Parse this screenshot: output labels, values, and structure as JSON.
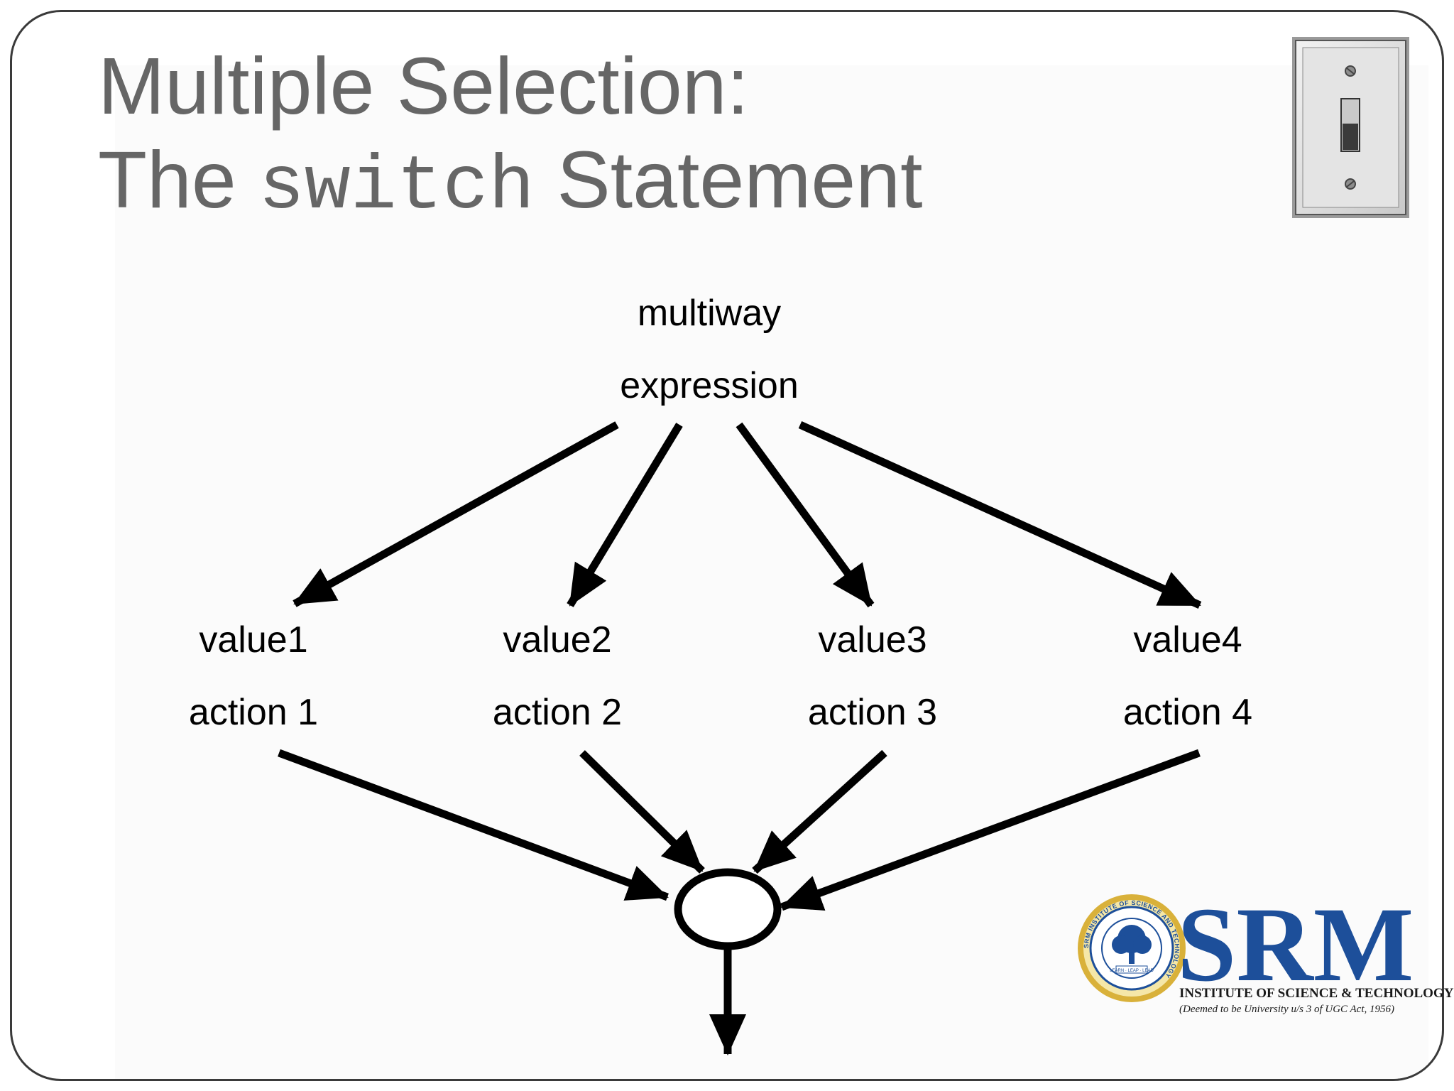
{
  "slide": {
    "title_line1": "Multiple Selection:",
    "title_line2_pre": "The",
    "title_line2_code": "switch",
    "title_line2_post": "Statement",
    "switch_plate_icon": "light-switch-icon"
  },
  "diagram": {
    "expression_line1": "multiway",
    "expression_line2": "expression",
    "branches": [
      {
        "value": "value1",
        "action": "action 1"
      },
      {
        "value": "value2",
        "action": "action 2"
      },
      {
        "value": "value3",
        "action": "action 3"
      },
      {
        "value": "value4",
        "action": "action 4"
      }
    ]
  },
  "logo": {
    "name": "SRM",
    "subtitle": "INSTITUTE OF SCIENCE & TECHNOLOGY",
    "note": "(Deemed to be University u/s 3 of UGC Act, 1956)",
    "seal_ring_text": "SRM INSTITUTE OF SCIENCE AND TECHNOLOGY",
    "seal_motto": "LEARN · LEAP · LEAD",
    "colors": {
      "brand": "#1d4f9a",
      "seal_gold": "#d9b13a"
    }
  }
}
